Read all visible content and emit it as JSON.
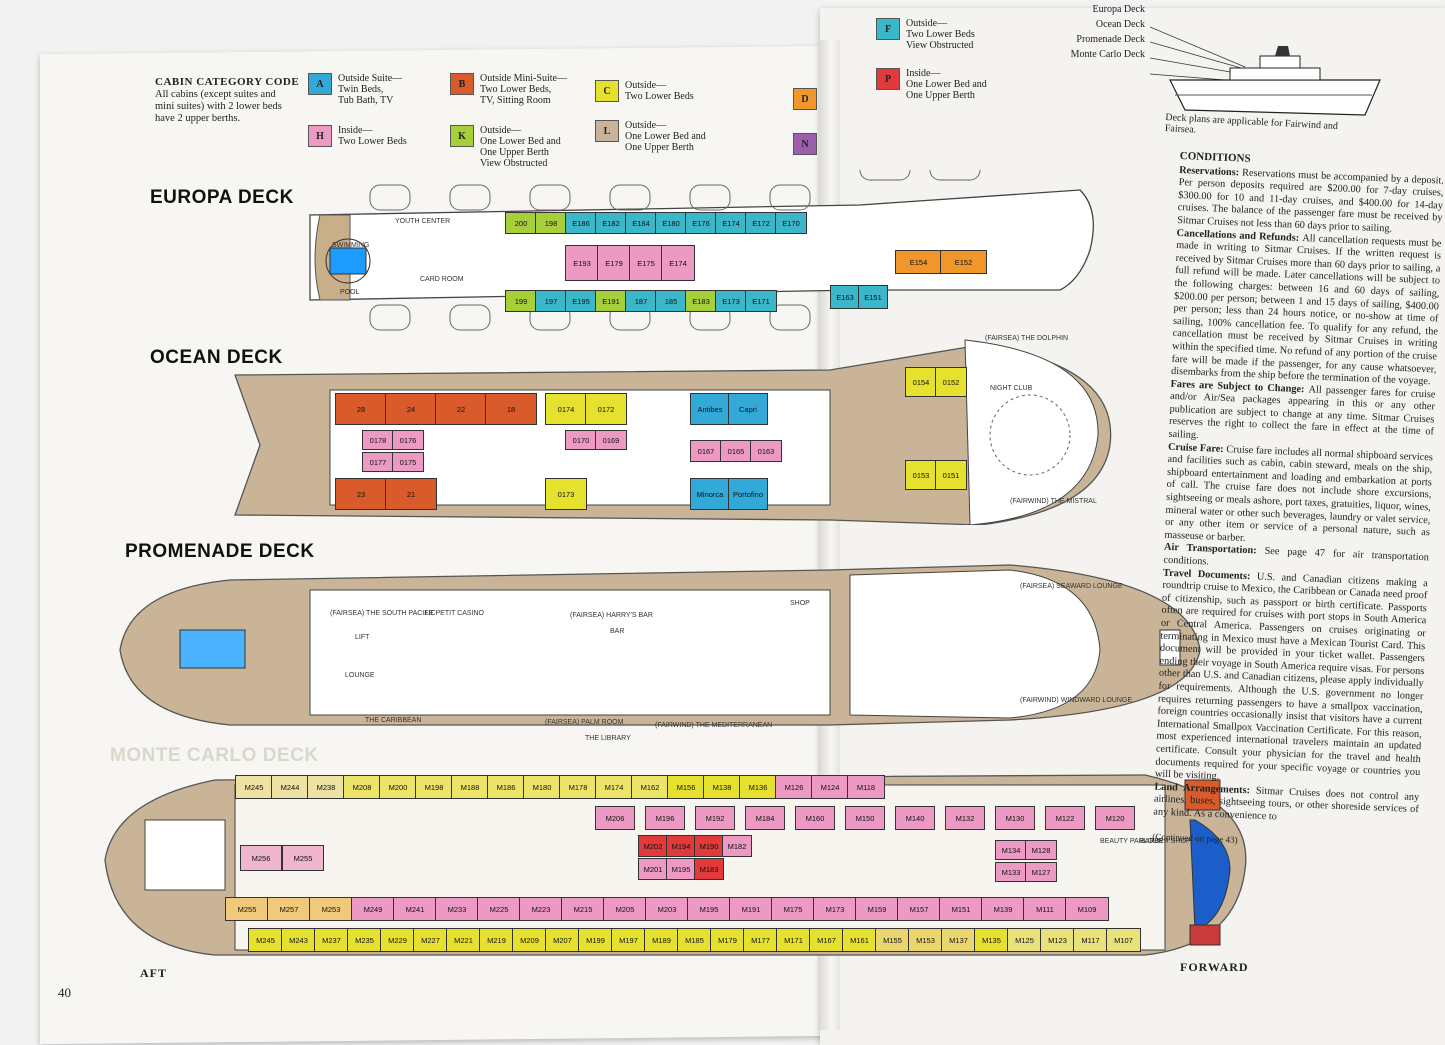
{
  "legend": {
    "title": "CABIN CATEGORY CODE",
    "note": "All cabins (except suites and mini suites) with 2 lower beds have 2 upper berths.",
    "items": [
      {
        "code": "A",
        "color": "#33a9d8",
        "text": "Outside Suite—\nTwin Beds,\nTub Bath, TV"
      },
      {
        "code": "B",
        "color": "#d95a2b",
        "text": "Outside Mini-Suite—\nTwo Lower Beds,\nTV, Sitting Room"
      },
      {
        "code": "C",
        "color": "#e6e02e",
        "text": "Outside—\nTwo Lower Beds"
      },
      {
        "code": "D",
        "color": "#f0962a",
        "text": ""
      },
      {
        "code": "H",
        "color": "#ec9ac3",
        "text": "Inside—\nTwo Lower Beds"
      },
      {
        "code": "K",
        "color": "#a6cf3a",
        "text": "Outside—\nOne Lower Bed and\nOne Upper Berth\nView Obstructed"
      },
      {
        "code": "L",
        "color": "#c9b39a",
        "text": "Outside—\nOne Lower Bed and\nOne Upper Berth"
      },
      {
        "code": "N",
        "color": "#9b5fae",
        "text": ""
      },
      {
        "code": "F",
        "color": "#3bb7c9",
        "text": "Outside—\nTwo Lower Beds\nView Obstructed"
      },
      {
        "code": "P",
        "color": "#e23a3a",
        "text": "Inside—\nOne Lower Bed and\nOne Upper Berth"
      }
    ]
  },
  "side_view": {
    "labels": [
      "Europa Deck",
      "Ocean Deck",
      "Promenade Deck",
      "Monte Carlo Deck"
    ],
    "caption": "Deck plans are applicable for Fairwind and Fairsea."
  },
  "decks": {
    "europa": {
      "title": "EUROPA DECK",
      "labels": [
        "YOUTH CENTER",
        "SWIMMING",
        "POOL",
        "CARD ROOM"
      ],
      "cabins": [
        "200",
        "198",
        "E186",
        "E182",
        "E184",
        "E180",
        "E176",
        "E174",
        "E172",
        "E170",
        "E193",
        "E179",
        "E175",
        "E174",
        "199",
        "197",
        "E195",
        "E191",
        "187",
        "185",
        "E183",
        "E173",
        "E171",
        "E163",
        "E151",
        "E154",
        "E152"
      ]
    },
    "ocean": {
      "title": "OCEAN DECK",
      "cabins": [
        "28",
        "24",
        "22",
        "18",
        "0174",
        "0172",
        "Antibes",
        "Capri",
        "0178",
        "0176",
        "0177",
        "0175",
        "0170",
        "0169",
        "0167",
        "0165",
        "0163",
        "23",
        "21",
        "0173",
        "Minorca",
        "Portofino",
        "0154",
        "0152",
        "0153",
        "0151"
      ],
      "labels": [
        "(FAIRSEA) THE DOLPHIN",
        "NIGHT CLUB",
        "(FAIRWIND) THE MISTRAL"
      ]
    },
    "promenade": {
      "title": "PROMENADE DECK",
      "labels": [
        "(FAIRSEA) THE SOUTH PACIFIC",
        "LE PETIT CASINO",
        "(FAIRSEA) HARRY'S BAR",
        "BAR",
        "LOUNGE",
        "THE CARIBBEAN",
        "(FAIRSEA) PALM ROOM",
        "THE LIBRARY",
        "(FAIRWIND) THE MEDITERRANEAN",
        "(FAIRSEA) SEAWARD LOUNGE",
        "(FAIRWIND) WINDWARD LOUNGE",
        "SHOP",
        "LIFT"
      ]
    },
    "monte_carlo": {
      "title": "MONTE CARLO DECK",
      "top_row": [
        "M245",
        "M244",
        "M238",
        "M208",
        "M200",
        "M198",
        "M188",
        "M186",
        "M180",
        "M178",
        "M174",
        "M162",
        "M156",
        "M138",
        "M136",
        "M126",
        "M124",
        "M118"
      ],
      "upper_inner": [
        "M206",
        "M196",
        "M192",
        "M184",
        "M160",
        "M150",
        "M140",
        "M132",
        "M130",
        "M122",
        "M120"
      ],
      "center": [
        "M256",
        "M255",
        "M202",
        "M194",
        "M190",
        "M182",
        "M201",
        "M195",
        "M183",
        "M134",
        "M128",
        "M133",
        "M127",
        "BEAUTY PARLOUR",
        "BARBER SHOP"
      ],
      "lower_inner": [
        "M255",
        "M257",
        "M253",
        "M249",
        "M241",
        "M233",
        "M225",
        "M223",
        "M215",
        "M205",
        "M203",
        "M195",
        "M191",
        "M175",
        "M173",
        "M159",
        "M157",
        "M151",
        "M139",
        "M111",
        "M109"
      ],
      "bottom_row": [
        "M245",
        "M243",
        "M237",
        "M235",
        "M229",
        "M227",
        "M221",
        "M219",
        "M209",
        "M207",
        "M199",
        "M197",
        "M189",
        "M185",
        "M179",
        "M177",
        "M171",
        "M167",
        "M161",
        "M155",
        "M153",
        "M137",
        "M135",
        "M125",
        "M123",
        "M117",
        "M107"
      ]
    }
  },
  "conditions": {
    "title": "CONDITIONS",
    "sections": [
      {
        "head": "Reservations:",
        "text": "Reservations must be accompanied by a deposit. Per person deposits required are $200.00 for 7-day cruises, $300.00 for 10 and 11-day cruises, and $400.00 for 14-day cruises. The balance of the passenger fare must be received by Sitmar Cruises not less than 60 days prior to sailing."
      },
      {
        "head": "Cancellations and Refunds:",
        "text": "All cancellation requests must be made in writing to Sitmar Cruises. If the written request is received by Sitmar Cruises more than 60 days prior to sailing, a full refund will be made. Later cancellations will be subject to the following charges: between 16 and 60 days of sailing, $200.00 per person; between 1 and 15 days of sailing, $400.00 per person; less than 24 hours notice, or no-show at time of sailing, 100% cancellation fee. To qualify for any refund, the cancellation must be received by Sitmar Cruises in writing within the specified time. No refund of any portion of the cruise fare will be made if the passenger, for any cause whatsoever, disembarks from the ship before the termination of the voyage."
      },
      {
        "head": "Fares are Subject to Change:",
        "text": "All passenger fares for cruise and/or Air/Sea packages appearing in this or any other publication are subject to change at any time. Sitmar Cruises reserves the right to collect the fare in effect at the time of sailing."
      },
      {
        "head": "Cruise Fare:",
        "text": "Cruise fare includes all normal shipboard services and facilities such as cabin, cabin steward, meals on the ship, shipboard entertainment and loading and embarkation at ports of call. The cruise fare does not include shore excursions, sightseeing or meals ashore, port taxes, gratuities, liquor, wines, mineral water or other such beverages, laundry or valet service, or any other item or service of a personal nature, such as masseuse or barber."
      },
      {
        "head": "Air Transportation:",
        "text": "See page 47 for air transportation conditions."
      },
      {
        "head": "Travel Documents:",
        "text": "U.S. and Canadian citizens making a roundtrip cruise to Mexico, the Caribbean or Canada need proof of citizenship, such as passport or birth certificate. Passports often are required for cruises with port stops in South America or Central America. Passengers on cruises originating or terminating in Mexico must have a Mexican Tourist Card. This document will be provided in your ticket wallet. Passengers ending their voyage in South America require visas. For persons other than U.S. and Canadian citizens, please apply individually for requirements. Although the U.S. government no longer requires returning passengers to have a smallpox vaccination, foreign countries occasionally insist that visitors have a current International Smallpox Vaccination Certificate. For this reason, most experienced international travelers maintain an updated certificate. Consult your physician for the travel and health documents required for your specific voyage or countries you will be visiting."
      },
      {
        "head": "Land Arrangements:",
        "text": "Sitmar Cruises does not control any airlines, buses, sightseeing tours, or other shoreside services of any kind. As a convenience to"
      }
    ],
    "continued": "(Continued on page 43)"
  },
  "footer": {
    "page_number": "40",
    "aft": "AFT",
    "forward": "FORWARD"
  }
}
